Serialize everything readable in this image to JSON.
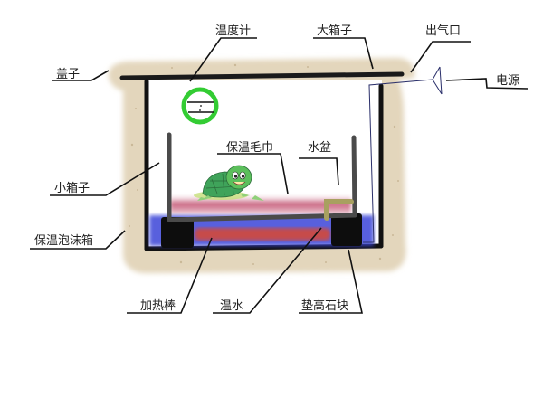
{
  "diagram": {
    "title": "",
    "labels": {
      "lid": "盖子",
      "thermometer": "温度计",
      "big_box": "大箱子",
      "air_outlet": "出气口",
      "power": "电源",
      "small_box": "小箱子",
      "foam_box": "保温泡沫箱",
      "towel": "保温毛巾",
      "water_basin": "水盆",
      "heater_rod": "加热棒",
      "warm_water": "温水",
      "stone_block": "垫高石块"
    },
    "colors": {
      "foam": "#e3d6bc",
      "box_line": "#111111",
      "small_box_line": "#4a4a4a",
      "thermometer_ring": "#33cc33",
      "towel": "#c9637f",
      "water": "#3a44d8",
      "heater": "#d24a3a",
      "basin": "#a8a060",
      "turtle_shell": "#3fa35a",
      "turtle_body": "#8fd07a",
      "wire": "#2a2f6a"
    }
  }
}
